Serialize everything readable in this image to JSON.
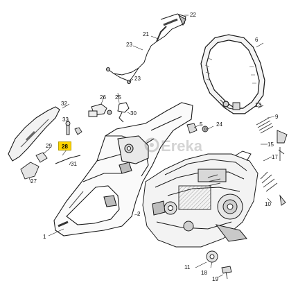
{
  "diagram": {
    "highlighted_part": "28",
    "watermark": "Ereka",
    "highlight_color": "#ffd400",
    "line_color": "#1a1a1a",
    "shade_color": "#9a9a9a"
  },
  "labels": {
    "p1": "1",
    "p2": "2",
    "p5": "5",
    "p6": "6",
    "p9": "9",
    "p10": "10",
    "p11": "11",
    "p15": "15",
    "p17": "17",
    "p18": "18",
    "p19": "19",
    "p21": "21",
    "p22": "22",
    "p23a": "23",
    "p23b": "23",
    "p24": "24",
    "p25": "25",
    "p26": "26",
    "p27": "27",
    "p29": "29",
    "p30": "30",
    "p31": "31",
    "p32": "32",
    "p33": "33",
    "p13": "13",
    "p28": "28"
  }
}
